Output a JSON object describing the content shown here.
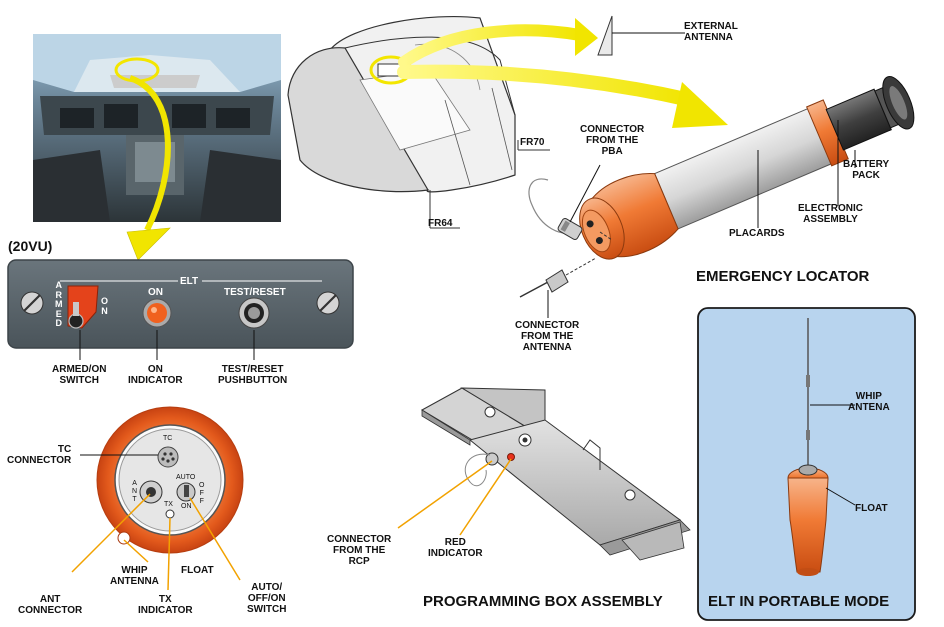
{
  "labels": {
    "external_antenna": [
      "EXTERNAL",
      "ANTENNA"
    ],
    "fr70": "FR70",
    "fr64": "FR64",
    "connector_pba": [
      "CONNECTOR",
      "FROM THE",
      "PBA"
    ],
    "battery_pack": [
      "BATTERY",
      "PACK"
    ],
    "electronic_assembly": [
      "ELECTRONIC",
      "ASSEMBLY"
    ],
    "placards": "PLACARDS",
    "emergency_locator": "EMERGENCY LOCATOR",
    "connector_antenna": [
      "CONNECTOR",
      "FROM THE",
      "ANTENNA"
    ],
    "panel_ref": "(20VU)",
    "panel_title": "ELT",
    "panel_on": "ON",
    "panel_test_reset": "TEST/RESET",
    "panel_armed": [
      "A",
      "R",
      "M",
      "E",
      "D"
    ],
    "panel_on_switch": [
      "O",
      "N"
    ],
    "armed_on_switch": [
      "ARMED/ON",
      "SWITCH"
    ],
    "on_indicator": [
      "ON",
      "INDICATOR"
    ],
    "test_reset_pushbutton": [
      "TEST/RESET",
      "PUSHBUTTON"
    ],
    "tc_connector": [
      "TC",
      "CONNECTOR"
    ],
    "dial_tc": "TC",
    "dial_ant": [
      "A",
      "N",
      "T"
    ],
    "dial_auto": "AUTO",
    "dial_off": [
      "O",
      "F",
      "F"
    ],
    "dial_tx": "TX",
    "dial_on": "ON",
    "whip_antenna": [
      "WHIP",
      "ANTENNA"
    ],
    "float": "FLOAT",
    "ant_connector": [
      "ANT",
      "CONNECTOR"
    ],
    "tx_indicator": [
      "TX",
      "INDICATOR"
    ],
    "auto_off_on_switch": [
      "AUTO/",
      "OFF/ON",
      "SWITCH"
    ],
    "connector_rcp": [
      "CONNECTOR",
      "FROM THE",
      "RCP"
    ],
    "red_indicator": [
      "RED",
      "INDICATOR"
    ],
    "programming_box_assembly": "PROGRAMMING BOX ASSEMBLY",
    "whip_antena": [
      "WHIP",
      "ANTENA"
    ],
    "float_portable": "FLOAT",
    "elt_portable_mode": "ELT IN PORTABLE MODE"
  },
  "colors": {
    "orange": "#e8621f",
    "orange_light": "#f6a06a",
    "arrow_yellow": "#f4ef2a",
    "panel_grey": "#59646b",
    "portable_bg": "#b8d4ee",
    "highlight_yellow": "#f3e600"
  }
}
